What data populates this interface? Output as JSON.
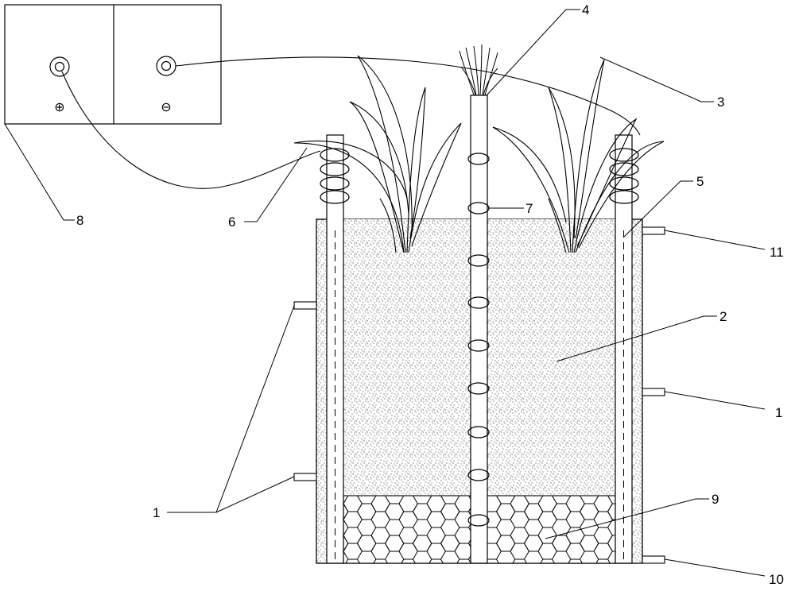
{
  "diagram": {
    "power_supply": {
      "positive_symbol": "⊕",
      "negative_symbol": "⊖"
    },
    "labels": {
      "l1_left": "1",
      "l1_right": "1",
      "l2": "2",
      "l3": "3",
      "l4": "4",
      "l5": "5",
      "l6": "6",
      "l7": "7",
      "l8": "8",
      "l9": "9",
      "l10": "10",
      "l11": "11"
    },
    "colors": {
      "stroke": "#000000",
      "background": "#ffffff",
      "fill_speckle": "#000000"
    }
  }
}
